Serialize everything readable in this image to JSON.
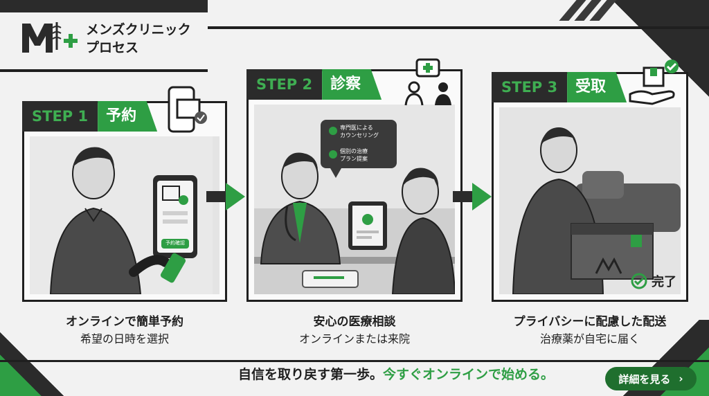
{
  "brand": {
    "title_line1": "メンズクリニック",
    "title_line2": "プロセス"
  },
  "steps": [
    {
      "num": "STEP 1",
      "title": "予約",
      "caption": "オンラインで簡単予約",
      "sub": "希望の日時を選択",
      "phone_button": "予約確認"
    },
    {
      "num": "STEP 2",
      "title": "診察",
      "caption": "安心の医療相談",
      "sub": "オンラインまたは来院",
      "bubble_line1": "専門医による",
      "bubble_line2": "カウンセリング",
      "bubble_line3": "個別の治療",
      "bubble_line4": "プラン提案"
    },
    {
      "num": "STEP 3",
      "title": "受取",
      "caption": "プライバシーに配慮した配送",
      "sub": "治療薬が自宅に届く",
      "done": "完了"
    }
  ],
  "cta": {
    "text_dark": "自信を取り戻す第一歩。",
    "text_green": "今すぐオンラインで始める。",
    "button": "詳細を見る"
  },
  "colors": {
    "green": "#2e9e44",
    "dark": "#2b2b2b"
  }
}
